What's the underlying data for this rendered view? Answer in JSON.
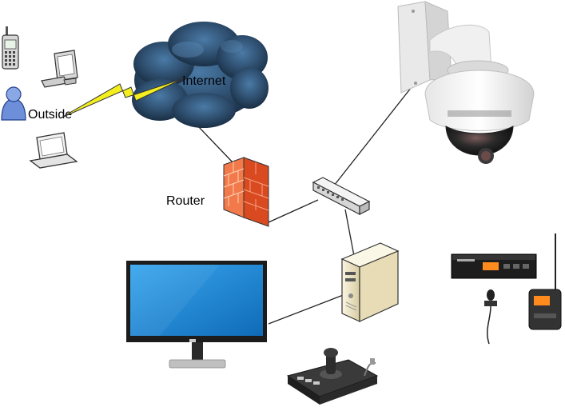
{
  "labels": {
    "internet": "Internet",
    "outside": "Outside",
    "router": "Router"
  },
  "nodes": [
    {
      "id": "phone",
      "icon": "mobile-phone-icon"
    },
    {
      "id": "desktop-pc",
      "icon": "desktop-computer-icon"
    },
    {
      "id": "outside-user",
      "icon": "user-icon"
    },
    {
      "id": "laptop",
      "icon": "laptop-icon"
    },
    {
      "id": "internet-cloud",
      "icon": "cloud-icon"
    },
    {
      "id": "router",
      "icon": "firewall-router-icon"
    },
    {
      "id": "switch",
      "icon": "network-switch-icon"
    },
    {
      "id": "ptz-camera",
      "icon": "ptz-dome-camera-icon"
    },
    {
      "id": "server",
      "icon": "server-tower-icon"
    },
    {
      "id": "monitor",
      "icon": "monitor-icon"
    },
    {
      "id": "joystick",
      "icon": "ptz-joystick-controller-icon"
    },
    {
      "id": "wireless-mic",
      "icon": "wireless-microphone-kit-icon"
    }
  ],
  "colors": {
    "cloud": "#2e4e6e",
    "lightning": "#f3ee1e",
    "firewall": "#f06030",
    "camera_body": "#f2f2f2",
    "monitor_bezel": "#1c1c1c",
    "monitor_screen": "#1c8ee0",
    "server_body": "#efe6c8",
    "connection_line": "#222222"
  }
}
